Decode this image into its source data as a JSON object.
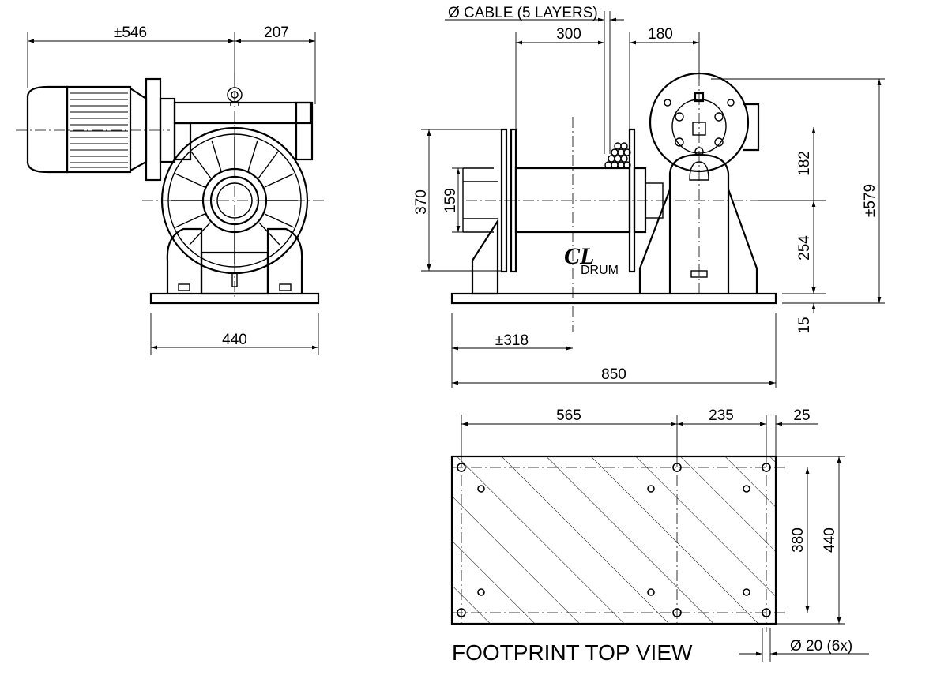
{
  "side_view": {
    "dim_width_motor": "±546",
    "dim_width_gear": "207",
    "dim_base": "440"
  },
  "front_view": {
    "cable_label": "Ø CABLE (5 LAYERS)",
    "dim_drum": "300",
    "dim_flange": "180",
    "dim_height_flange": "370",
    "dim_drum_dia": "159",
    "dim_upper": "182",
    "dim_lower": "254",
    "dim_base_thk": "15",
    "dim_total_height": "±579",
    "dim_center": "±318",
    "dim_length": "850",
    "cl_symbol": "CL",
    "cl_sub": "DRUM"
  },
  "footprint": {
    "title": "FOOTPRINT TOP VIEW",
    "dim_a": "565",
    "dim_b": "235",
    "dim_c": "25",
    "dim_inner": "380",
    "dim_outer": "440",
    "hole_note": "Ø 20 (6x)"
  }
}
